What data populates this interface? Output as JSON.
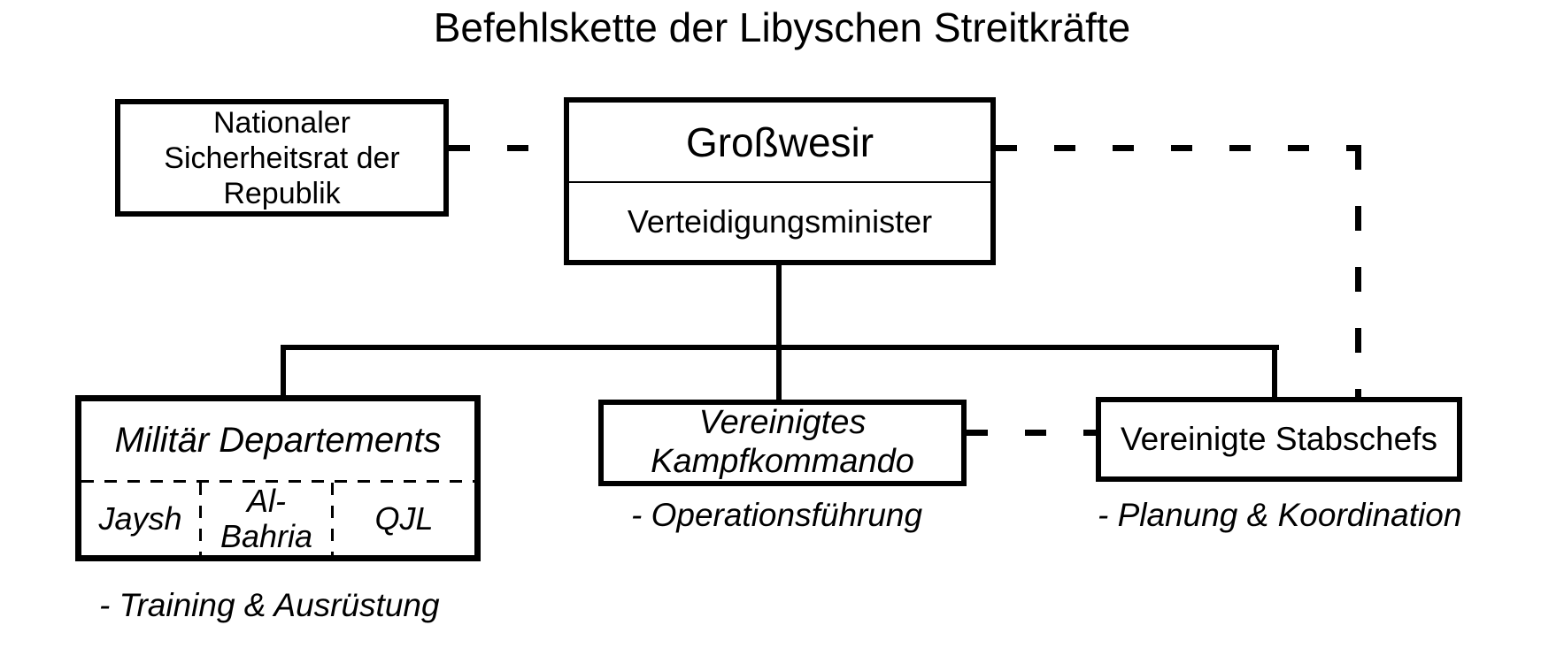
{
  "title": "Befehlskette der Libyschen Streitkräfte",
  "colors": {
    "line": "#000000",
    "background": "#ffffff"
  },
  "nodes": {
    "security_council": {
      "label": "Nationaler Sicherheitsrat der Republik"
    },
    "grand_vizier": {
      "title": "Großwesir",
      "subtitle": "Verteidigungsminister"
    },
    "military_departments": {
      "label": "Militär Departements",
      "sub_units": [
        "Jaysh",
        "Al-Bahria",
        "QJL"
      ],
      "note": "- Training & Ausrüstung"
    },
    "combat_command": {
      "label": "Vereinigtes Kampfkommando",
      "note": "- Operationsführung"
    },
    "joint_chiefs": {
      "label": "Vereinigte Stabschefs",
      "note": "- Planung & Koordination"
    }
  },
  "connections": {
    "solid": "Großwesir → Militär Departements / Vereinigtes Kampfkommando / Vereinigte Stabschefs",
    "dashed": "Nationaler Sicherheitsrat ↔ Großwesir; Großwesir ↔ Vereinigte Stabschefs; Vereinigtes Kampfkommando ↔ Vereinigte Stabschefs"
  }
}
